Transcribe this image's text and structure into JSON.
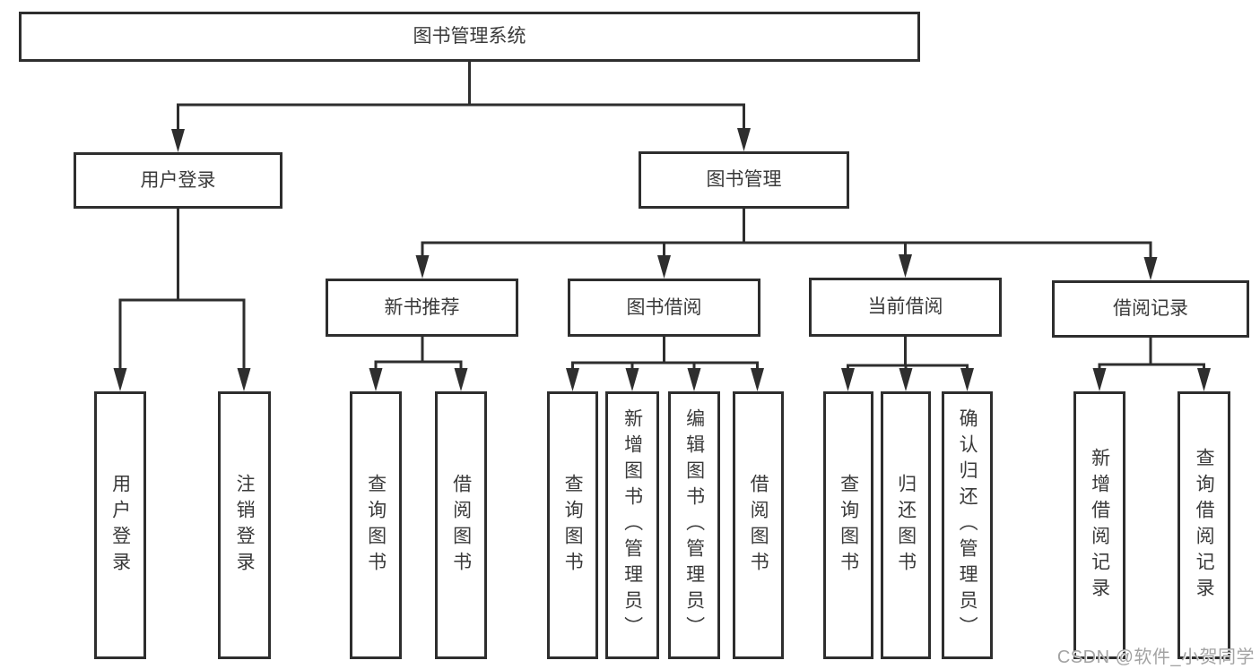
{
  "colors": {
    "line": "#2e2e2e",
    "text": "#3a3a3a",
    "background": "#ffffff",
    "watermark": "#a3a3a3"
  },
  "tree": {
    "root": "图书管理系统",
    "branches": [
      {
        "label": "用户登录",
        "children": [
          "用户登录",
          "注销登录"
        ]
      },
      {
        "label": "图书管理",
        "sections": [
          {
            "label": "新书推荐",
            "children": [
              "查询图书",
              "借阅图书"
            ]
          },
          {
            "label": "图书借阅",
            "children": [
              "查询图书",
              "新增图书（管理员）",
              "编辑图书（管理员）",
              "借阅图书"
            ]
          },
          {
            "label": "当前借阅",
            "children": [
              "查询图书",
              "归还图书",
              "确认归还（管理员）"
            ]
          },
          {
            "label": "借阅记录",
            "children": [
              "新增借阅记录",
              "查询借阅记录"
            ]
          }
        ]
      }
    ]
  },
  "watermark": {
    "text": "CSDN @软件_小贺同学"
  }
}
